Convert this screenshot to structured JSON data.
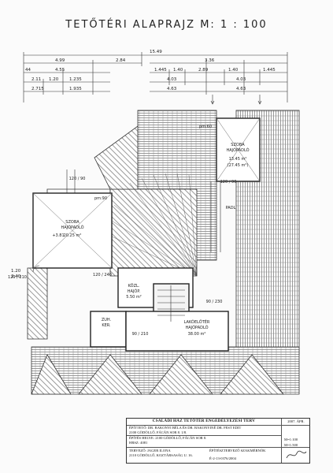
{
  "title": "TETŐTÉRI ALAPRAJZ M: 1 : 100",
  "dimensions": {
    "overall": "15.49",
    "left_top": "4.99",
    "left_mid": "2.84",
    "right_top": "3.36",
    "left_total": "4.55",
    "left_a": "2.11",
    "left_b": "1.20",
    "left_c": "1.235",
    "left_d": "2.715",
    "left_e": "1.935",
    "r_a": "1.445",
    "r_b": "1.40",
    "r_c": "2.89",
    "r_d": "1.40",
    "r_e": "1.445",
    "r_f": "4.03",
    "r_g": "4.03",
    "r_h": "4.63",
    "r_i": "4.63",
    "side_a": "1.20",
    "side_b": "2.40",
    "left_hgt": "44"
  },
  "rooms": {
    "room_right": {
      "name": "SZOBA",
      "sub": "HAJÓPADLÓ",
      "area": "13.45 m²",
      "area2": "(27.45 m²)"
    },
    "room_left": {
      "name": "SZOBA",
      "sub": "HAJÓPADLÓ",
      "area": "20.25 m²"
    },
    "hall": {
      "name": "KÖZL.",
      "sub": "HAJÓP.",
      "area": "5.50 m²"
    },
    "living": {
      "name": "LAKÓELŐTÉR",
      "sub": "HAJÓPADLÓ",
      "area": "38.00 m²"
    },
    "bath": {
      "name": "ZUH.",
      "sub": "KER."
    },
    "padl": "PADL"
  },
  "labels": {
    "pm60": "pm:60",
    "pm90": "pm:90",
    "d120_90": "120 / 90",
    "d120_210": "120 / 210",
    "d120_90b": "120 / 90",
    "d120_240": "120 / 240",
    "d90_210": "90 / 210",
    "d90_230": "90 / 230",
    "level": "+3.81"
  },
  "titleblock": {
    "heading": "CSALÁDI HÁZ TETŐTÉR ENGEDÉLYEZÉSI TERV",
    "date": "2007. ÁPR.",
    "owner_label": "ÉPÍTTETŐ: DR. BAKONYI BÉLA ÉS DR. BAKONYINÉ DR. FEST EDIT",
    "owner_addr": "2100 GÖDÖLLŐ, FÁCÁN SOR 8. 1/8.",
    "site_label": "ÉPÍTÉS HELYE: 2100 GÖDÖLLŐ, FÁCÁN SOR 8.",
    "hrsz": "HRSZ: 4081",
    "scale1": "M=1:100",
    "scale2": "M=1:500",
    "designer_label": "TERVEZŐ: JAGER ILONA",
    "designer_addr": "2110 GÖDÖLLŐ, KOZTÁRSASÁG U. 16.",
    "expert_label": "ÉPÍTÉSZTERVEZŐ SZAKMÉRNÖK",
    "reg": "É-2-13-0376/2004"
  }
}
